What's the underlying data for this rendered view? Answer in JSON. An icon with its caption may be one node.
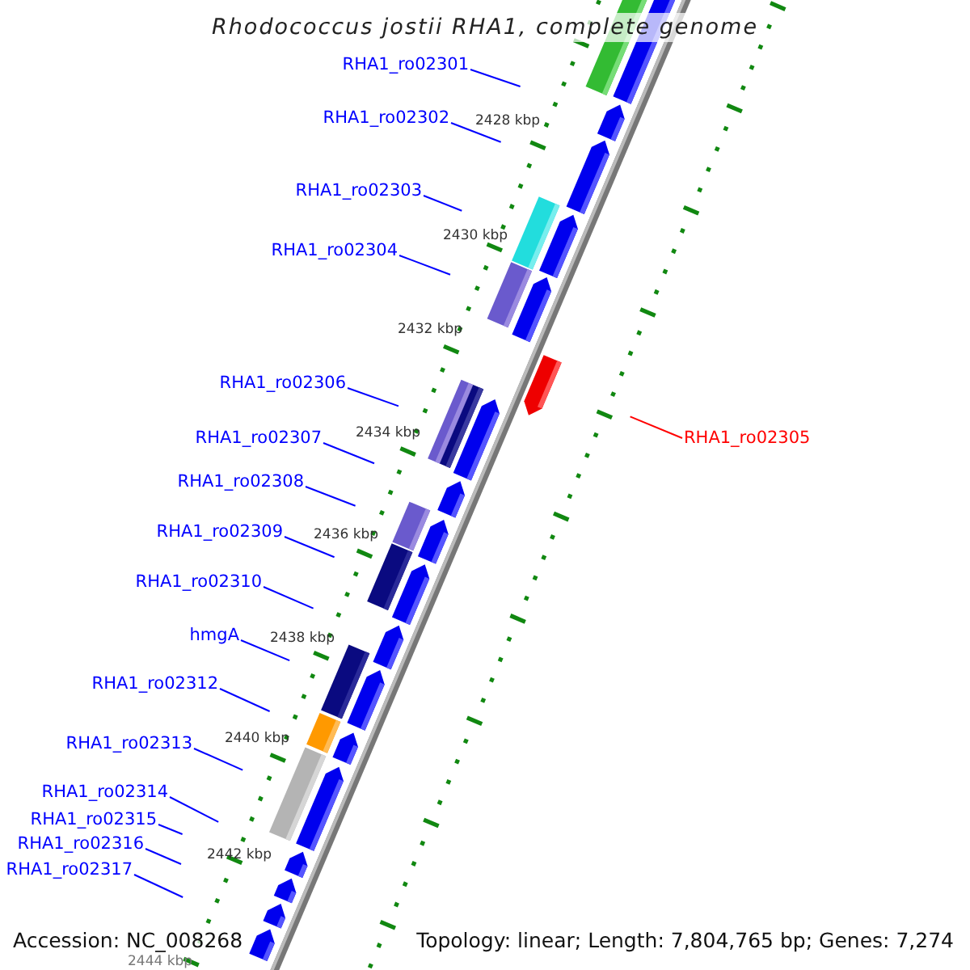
{
  "diagram": {
    "title": "Rhodococcus jostii RHA1, complete genome",
    "nodes": [
      {
        "text": [
          "RHA1_ro02301"
        ]
      },
      {
        "text": [
          "RHA1_ro02302"
        ]
      },
      {
        "text": [
          "RHA1_ro02303"
        ]
      },
      {
        "text": [
          "RHA1_ro02304"
        ]
      },
      {
        "text": [
          "RHA1_ro02306"
        ]
      },
      {
        "text": [
          "RHA1_ro02305"
        ]
      },
      {
        "text": [
          "RHA1_ro02307"
        ]
      },
      {
        "text": [
          "RHA1_ro02308"
        ]
      },
      {
        "text": [
          "RHA1_ro02309"
        ]
      },
      {
        "text": [
          "RHA1_ro02310"
        ]
      },
      {
        "text": [
          "hmgA"
        ]
      },
      {
        "text": [
          "RHA1_ro02312"
        ]
      },
      {
        "text": [
          "RHA1_ro02313"
        ]
      },
      {
        "text": [
          "RHA1_ro02314"
        ]
      },
      {
        "text": [
          "RHA1_ro02315"
        ]
      },
      {
        "text": [
          "RHA1_ro02316"
        ]
      },
      {
        "text": [
          "RHA1_ro02317"
        ]
      }
    ],
    "edges": [
      {
        "from": 0,
        "to": null,
        "arrow": "none"
      },
      {
        "from": 1,
        "to": null,
        "arrow": "none"
      },
      {
        "from": 2,
        "to": null,
        "arrow": "none"
      },
      {
        "from": 3,
        "to": null,
        "arrow": "none"
      },
      {
        "from": 4,
        "to": null,
        "arrow": "none"
      },
      {
        "from": 5,
        "to": null,
        "arrow": "none",
        "color": "#ff0000"
      },
      {
        "from": 6,
        "to": null,
        "arrow": "none"
      },
      {
        "from": 7,
        "to": null,
        "arrow": "none"
      },
      {
        "from": 8,
        "to": null,
        "arrow": "none"
      },
      {
        "from": 9,
        "to": null,
        "arrow": "none"
      },
      {
        "from": 10,
        "to": null,
        "arrow": "none"
      },
      {
        "from": 11,
        "to": null,
        "arrow": "none"
      },
      {
        "from": 12,
        "to": null,
        "arrow": "none"
      },
      {
        "from": 13,
        "to": null,
        "arrow": "none"
      },
      {
        "from": 14,
        "to": null,
        "arrow": "none"
      },
      {
        "from": 15,
        "to": null,
        "arrow": "none"
      },
      {
        "from": 16,
        "to": null,
        "arrow": "none"
      }
    ],
    "labels": [
      "2428 kbp",
      "2430 kbp",
      "2432 kbp",
      "2434 kbp",
      "2436 kbp",
      "2438 kbp",
      "2440 kbp",
      "2442 kbp",
      "2444 kbp",
      "Accession: NC_008268",
      "Topology: linear; Length: 7,804,765 bp; Genes: 7,274"
    ]
  }
}
